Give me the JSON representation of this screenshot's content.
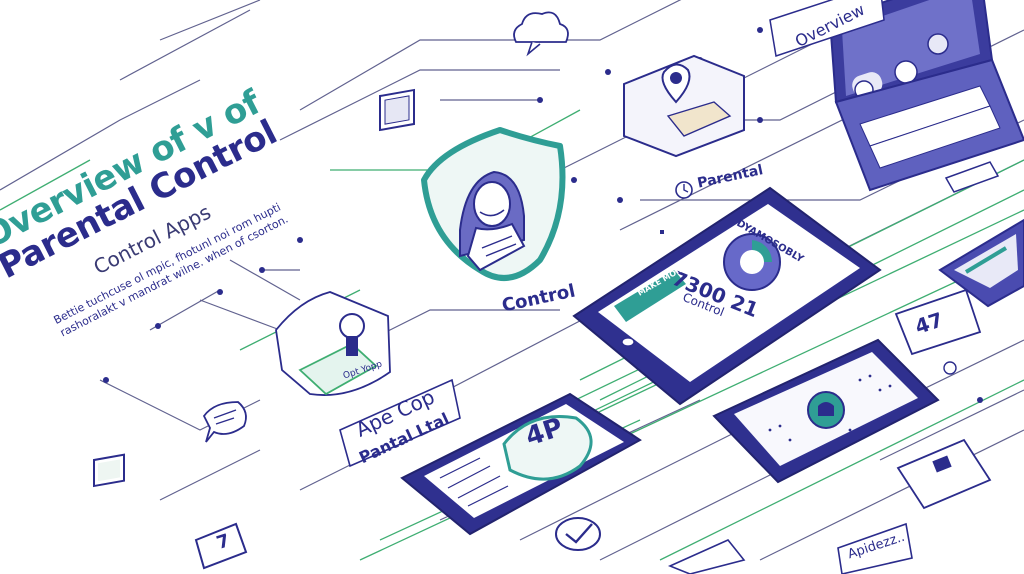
{
  "title": {
    "line1": "Overview of v of",
    "line2": "Parental Control",
    "subtitle": "Control Apps",
    "body": "Bettie tuchcuse ol mpic, fhotunl noi rom hupti rashoralakt v mandrat wilne. when of csorton."
  },
  "labels": {
    "overview_corner": "Overview",
    "parental_tag": "Parental",
    "control_caption": "Control",
    "tablet_top_heading": "DYAMOSOBLY",
    "tablet_top_value": "7300 21",
    "tablet_top_caption": "Control",
    "tablet_top_button": "MAKE MONEY",
    "app_cop": "Ape Cop",
    "pantal_ltal": "Pantal Ltal",
    "tablet_center": "4P",
    "badge_number": "47",
    "bottom_tag": "Apidezz..",
    "box_number": "7",
    "rider_badge": "Opt Yopp"
  },
  "colors": {
    "navy": "#2b2c8c",
    "teal": "#2f9e95",
    "green": "#3fae72",
    "ink": "#3a3b74"
  }
}
